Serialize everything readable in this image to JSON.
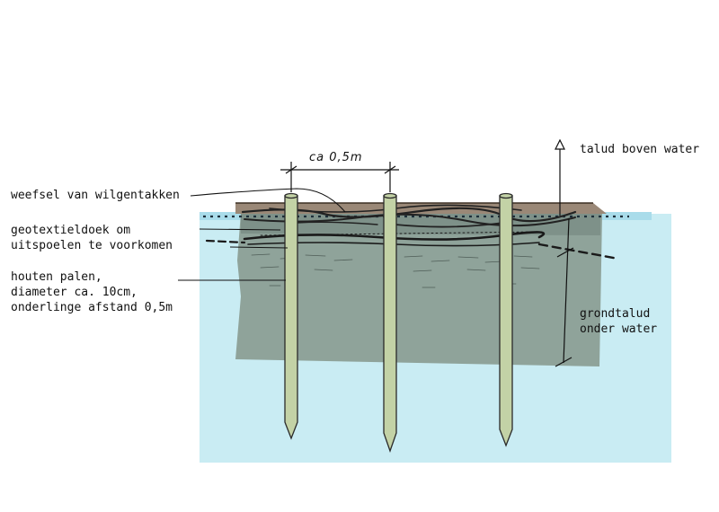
{
  "labels": {
    "weefsel": "weefsel van wilgentakken",
    "geotextiel_1": "geotextieldoek om",
    "geotextiel_2": "uitspoelen te voorkomen",
    "palen_1": "houten palen,",
    "palen_2": "diameter ca. 10cm,",
    "palen_3": "onderlinge afstand 0,5m",
    "talud_boven": "talud boven water",
    "grondtalud_1": "grondtalud",
    "grondtalud_2": "onder water",
    "spacing": "ca 0,5m"
  },
  "colors": {
    "water": "#c9ecf3",
    "water_surface": "#a9dcea",
    "soil": "#8fa39a",
    "soil_dark": "#7e9189",
    "top_layer": "#9a8877",
    "pole": "#c3d2a6",
    "ink": "#111111"
  },
  "icons": {
    "arrow": "arrow-up-icon"
  }
}
